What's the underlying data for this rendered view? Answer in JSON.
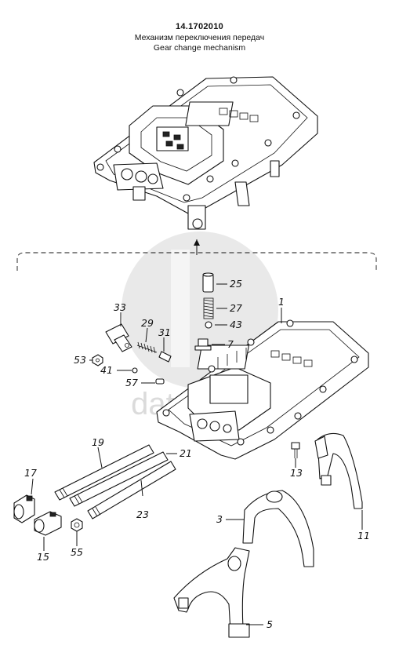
{
  "header": {
    "code": "14.1702010",
    "title_ru": "Механизм переключения передач",
    "title_en": "Gear change mechanism"
  },
  "watermark": {
    "text": "datacrafts",
    "color": "#cfcfcf"
  },
  "callouts": {
    "c1": "1",
    "c3": "3",
    "c5": "5",
    "c7": "7",
    "c11": "11",
    "c13": "13",
    "c15": "15",
    "c17": "17",
    "c19": "19",
    "c21": "21",
    "c23": "23",
    "c25": "25",
    "c27": "27",
    "c29": "29",
    "c31": "31",
    "c33": "33",
    "c41": "41",
    "c43": "43",
    "c53": "53",
    "c55": "55",
    "c57": "57"
  }
}
